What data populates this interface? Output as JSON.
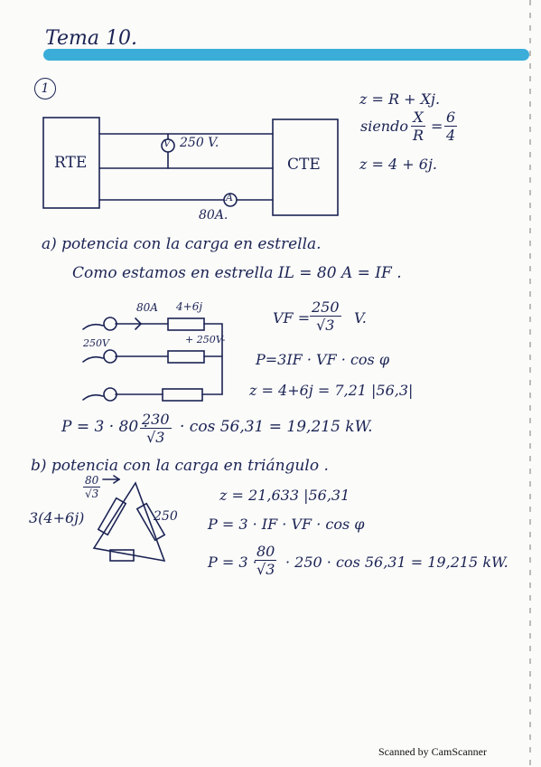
{
  "title": "Tema 10.",
  "problem_number": "1",
  "given": {
    "z_formula": "z = R + Xj.",
    "siendo": "siendo",
    "ratio_num1": "X",
    "ratio_den1": "R",
    "ratio_eq": "=",
    "ratio_num2": "6",
    "ratio_den2": "4",
    "z_value": "z = 4 + 6j."
  },
  "circuit1": {
    "source": "RTE",
    "load": "CTE",
    "voltmeter": "V",
    "voltage": "250 V.",
    "ammeter": "A",
    "current": "80A."
  },
  "part_a": {
    "heading": "a) potencia con la carga en estrella.",
    "statement": "Como estamos en estrella  IL = 80 A = IF .",
    "diagram": {
      "current": "80A",
      "impedance": "4+6j",
      "phase_voltage": "+ 250V-",
      "line_voltage": "250V"
    },
    "vf_lhs": "VF =",
    "vf_num": "250",
    "vf_den": "√3",
    "vf_unit": "V.",
    "power_formula": "P=3IF · VF · cos φ",
    "z_polar": "z = 4+6j = 7,21 |56,3|",
    "power_lhs": "P = 3 · 80 ·",
    "power_num": "230",
    "power_den": "√3",
    "power_rhs": "· cos 56,31 = 19,215 kW."
  },
  "part_b": {
    "heading": "b) potencia con la carga en triángulo .",
    "tri_current_num": "80",
    "tri_current_den": "√3",
    "tri_impedance": "3(4+6j)",
    "tri_voltage": "250",
    "z_polar": "z = 21,633 |56,31",
    "power_formula": "P = 3 · IF · VF · cos φ",
    "power_lhs": "P = 3 ·",
    "power_num": "80",
    "power_den": "√3",
    "power_rhs": "· 250 · cos 56,31 = 19,215 kW."
  },
  "footer": "Scanned by CamScanner",
  "colors": {
    "ink": "#1b2353",
    "highlight": "#2aa6d6",
    "paper": "#fbfbfa"
  }
}
